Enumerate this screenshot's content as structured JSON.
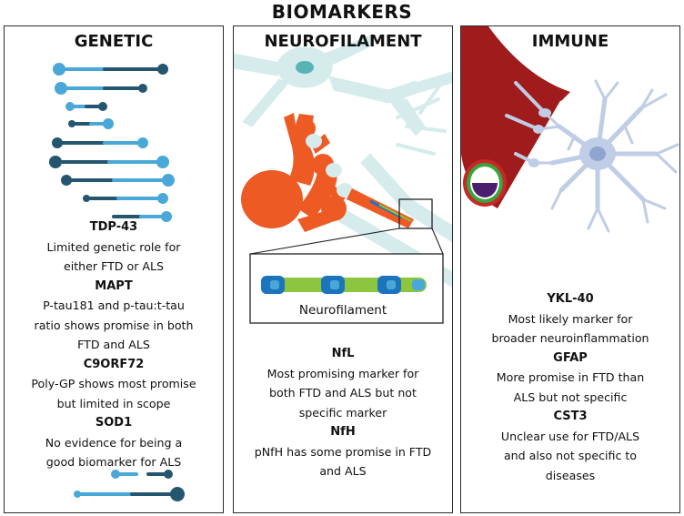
{
  "title": "BIOMARKERS",
  "panels": {
    "genetic": {
      "title": "GENETIC",
      "items": [
        {
          "name": "TDP-43",
          "desc": "Limited genetic role for\neither FTD or ALS"
        },
        {
          "name": "MAPT",
          "desc": "P-tau181 and p-tau:t-tau\nratio shows promise in both\nFTD and ALS"
        },
        {
          "name": "C9ORF72",
          "desc": "Poly-GP shows most promise\nbut limited in scope"
        },
        {
          "name": "SOD1",
          "desc": "No evidence for being a\ngood biomarker for ALS"
        }
      ]
    },
    "neurofilament": {
      "title": "NEUROFILAMENT",
      "diagram_label": "Neurofilament",
      "items": [
        {
          "name": "NfL",
          "desc": "Most promising marker for\nboth FTD and ALS but not\nspecific marker"
        },
        {
          "name": "NfH",
          "desc": "pNfH has some promise in FTD\nand ALS"
        }
      ]
    },
    "immune": {
      "title": "IMMUNE",
      "items": [
        {
          "name": "YKL-40",
          "desc": "Most likely marker for\nbroader neuroinflammation"
        },
        {
          "name": "GFAP",
          "desc": "More promise in FTD than\nALS but not specific"
        },
        {
          "name": "CST3",
          "desc": "Unclear use for FTD/ALS\nand also not specific to\ndiseases"
        }
      ]
    }
  },
  "colors": {
    "dna_dark": "#25566f",
    "dna_light": "#4aa8d8",
    "neuron_bg": "#d6ecec",
    "neuron_orange": "#ee5a24",
    "vessel_red": "#a01c1c",
    "astrocyte": "#bfcde6",
    "nf_green": "#8cc63f",
    "nf_blue": "#1c75bc"
  }
}
